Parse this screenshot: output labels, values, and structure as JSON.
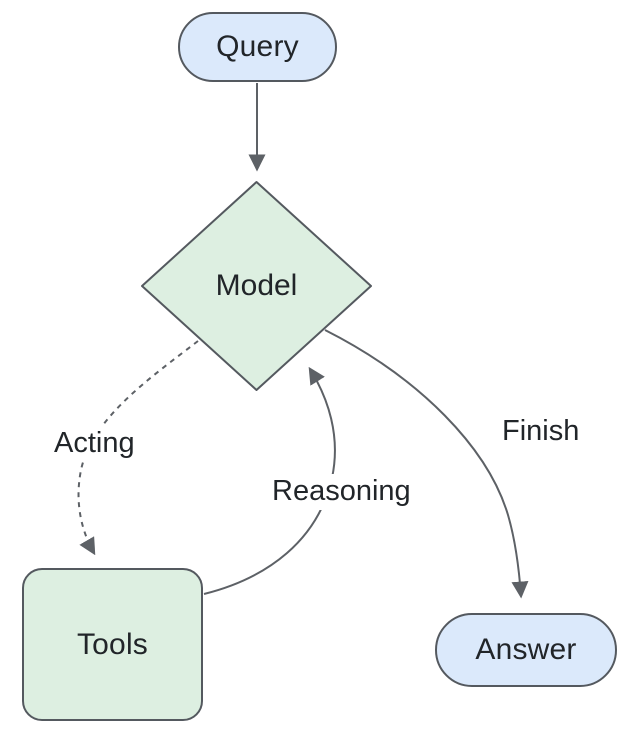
{
  "diagram": {
    "type": "flowchart",
    "background": "#ffffff",
    "colors": {
      "stadium_fill": "#dbe9fb",
      "decision_fill": "#ddefe1",
      "node_border": "#54595f",
      "edge_stroke": "#5d6166",
      "text": "#212529"
    },
    "nodes": [
      {
        "id": "query",
        "label": "Query",
        "shape": "stadium",
        "fill": "#dbe9fb"
      },
      {
        "id": "model",
        "label": "Model",
        "shape": "diamond",
        "fill": "#ddefe1"
      },
      {
        "id": "tools",
        "label": "Tools",
        "shape": "rounded-rect",
        "fill": "#ddefe1"
      },
      {
        "id": "answer",
        "label": "Answer",
        "shape": "stadium",
        "fill": "#dbe9fb"
      }
    ],
    "edges": [
      {
        "from": "query",
        "to": "model",
        "label": "",
        "style": "solid"
      },
      {
        "from": "model",
        "to": "tools",
        "label": "Acting",
        "style": "dashed"
      },
      {
        "from": "tools",
        "to": "model",
        "label": "Reasoning",
        "style": "solid"
      },
      {
        "from": "model",
        "to": "answer",
        "label": "Finish",
        "style": "solid"
      }
    ]
  }
}
